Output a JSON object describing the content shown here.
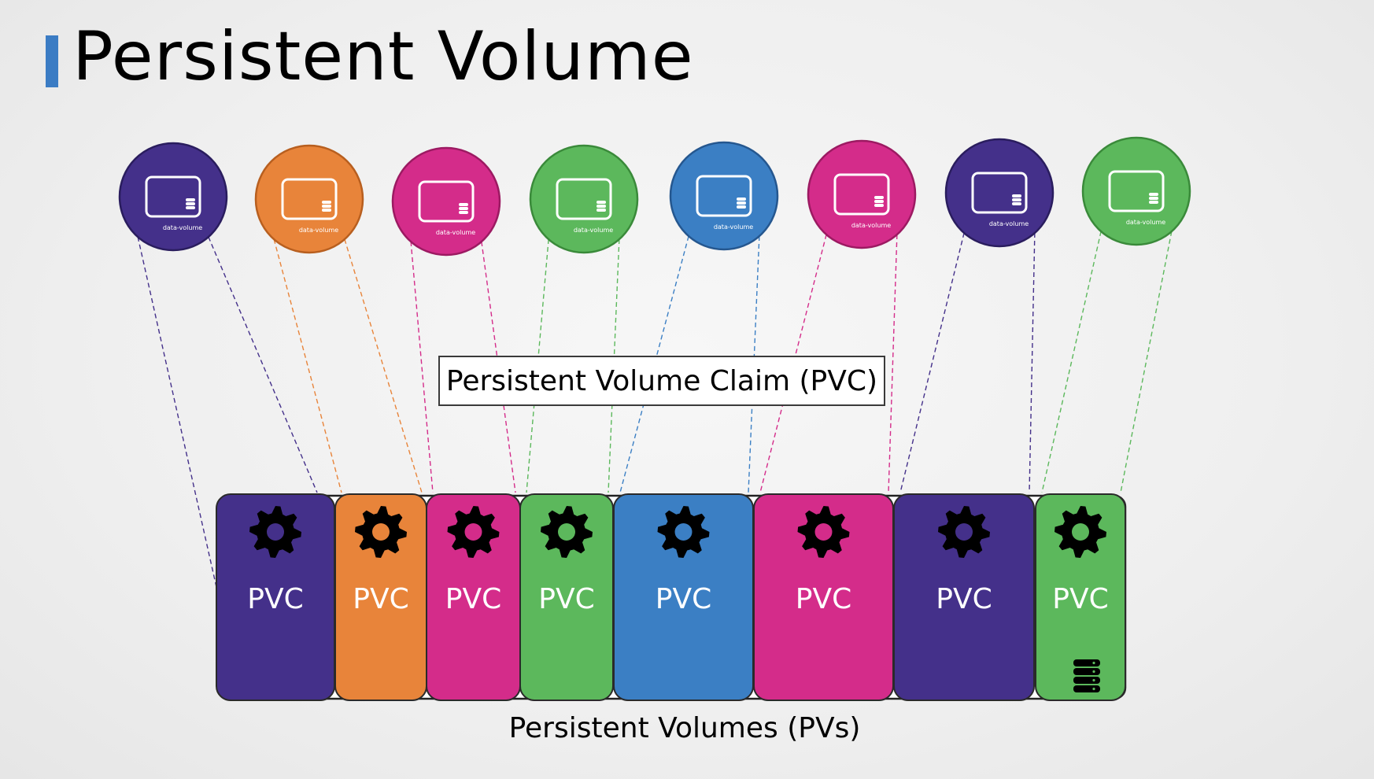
{
  "title": "Persistent Volume",
  "pvc_label": "Persistent Volume Claim (PVC)",
  "pv_label": "Persistent Volumes (PVs)",
  "colors": {
    "purple": "#44308a",
    "orange": "#e8843a",
    "pink": "#d42c8a",
    "green": "#5cb85c",
    "blue": "#3b7fc4",
    "accent": "#3b7cc4"
  },
  "pods": [
    {
      "label": "data-volume",
      "color": "#44308a",
      "border": "#2a1d5e"
    },
    {
      "label": "data-volume",
      "color": "#e8843a",
      "border": "#b85f1f"
    },
    {
      "label": "data-volume",
      "color": "#d42c8a",
      "border": "#9c1a62"
    },
    {
      "label": "data-volume",
      "color": "#5cb85c",
      "border": "#3a8a3a"
    },
    {
      "label": "data-volume",
      "color": "#3b7fc4",
      "border": "#25578f"
    },
    {
      "label": "data-volume",
      "color": "#d42c8a",
      "border": "#9c1a62"
    },
    {
      "label": "data-volume",
      "color": "#44308a",
      "border": "#2a1d5e"
    },
    {
      "label": "data-volume",
      "color": "#5cb85c",
      "border": "#3a8a3a"
    }
  ],
  "pvcs": [
    {
      "label": "PVC",
      "color": "#44308a",
      "icon": "gear-icon"
    },
    {
      "label": "PVC",
      "color": "#e8843a",
      "icon": "gear-icon"
    },
    {
      "label": "PVC",
      "color": "#d42c8a",
      "icon": "gear-icon"
    },
    {
      "label": "PVC",
      "color": "#5cb85c",
      "icon": "gear-icon"
    },
    {
      "label": "PVC",
      "color": "#3b7fc4",
      "icon": "gear-icon"
    },
    {
      "label": "PVC",
      "color": "#d42c8a",
      "icon": "gear-icon"
    },
    {
      "label": "PVC",
      "color": "#44308a",
      "icon": "gear-icon"
    },
    {
      "label": "PVC",
      "color": "#5cb85c",
      "icon": "gear-icon",
      "storage_icon": "database-icon"
    }
  ]
}
